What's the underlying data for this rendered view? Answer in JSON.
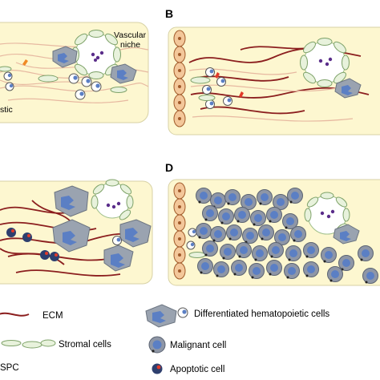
{
  "panels": {
    "A": {
      "texts": [
        "Vascular",
        "niche",
        "stic"
      ]
    },
    "B": {
      "letter": "B"
    },
    "C": {},
    "D": {
      "letter": "D"
    }
  },
  "legend": {
    "ecm": "ECM",
    "stromal": "Stromal cells",
    "hspc_partial": "SPC",
    "differentiated": "Differentiated hematopoietic cells",
    "malignant": "Malignant cell",
    "apoptotic": "Apoptotic cell"
  },
  "colors": {
    "panel_fill": "#fdf7d0",
    "ecm_fiber": "#8b1e1e",
    "light_fiber": "#e7b9a1",
    "stromal_fill": "#e8f2dc",
    "endothelial_fill": "#f3c79a",
    "blue_cell": "#5b7fc4",
    "grey_cell": "#9aa3b0",
    "malignant_outer": "#8e96a6",
    "vascular_dot": "#5a2d8a"
  }
}
